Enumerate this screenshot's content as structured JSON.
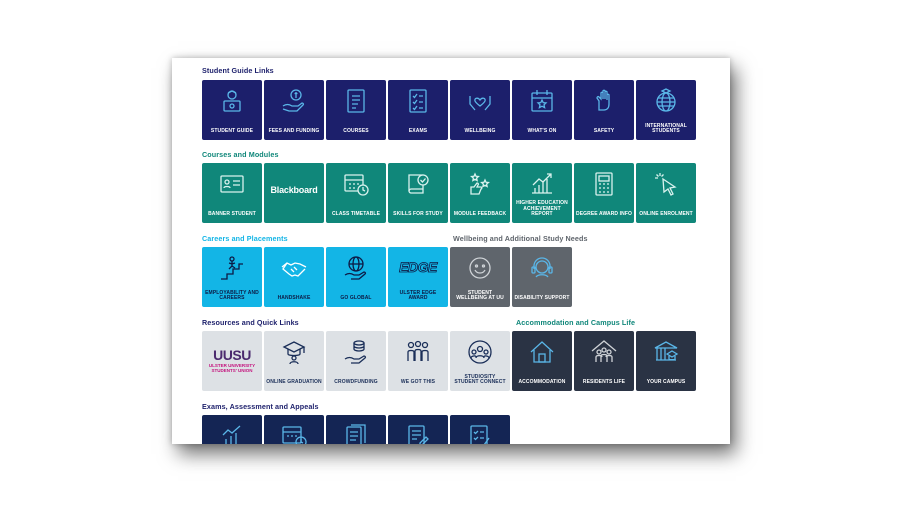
{
  "sections": {
    "student_guide": "Student Guide Links",
    "courses_modules": "Courses and Modules",
    "careers": "Careers and Placements",
    "wellbeing": "Wellbeing and Additional Study Needs",
    "resources": "Resources and Quick Links",
    "accommodation": "Accommodation and Campus Life",
    "exams": "Exams, Assessment and Appeals"
  },
  "guide": {
    "student_guide": "Student Guide",
    "fees": "Fees and Funding",
    "courses": "Courses",
    "exams": "Exams",
    "wellbeing": "Wellbeing",
    "whats_on": "What's On",
    "safety": "Safety",
    "international": "International Students"
  },
  "courses": {
    "banner": "Banner Student",
    "blackboard": "Blackboard",
    "timetable": "Class Timetable",
    "skills": "Skills for Study",
    "feedback": "Module Feedback",
    "hear": "Higher Education Achievement Report",
    "degree_award": "Degree Award Info",
    "enrolment": "Online Enrolment"
  },
  "careers": {
    "employability": "Employability and Careers",
    "handshake": "Handshake",
    "go_global": "Go Global",
    "edge_logo": "EDGE",
    "edge": "Ulster EDGE Award"
  },
  "wellbeing": {
    "student_wellbeing": "Student Wellbeing at UU",
    "disability": "Disability Support"
  },
  "resources": {
    "uusu_logo": "UUSU",
    "uusu_sub": "ULSTER UNIVERSITY STUDENTS' UNION",
    "graduation": "Online Graduation",
    "crowdfunding": "Crowdfunding",
    "we_got_this": "We Got This",
    "studiosity": "Studiosity Student Connect"
  },
  "accommodation": {
    "accommodation": "Accommodation",
    "residents": "Residents Life",
    "campus": "Your Campus"
  },
  "colors": {
    "navy": "#1c1f6b",
    "teal": "#10877a",
    "cyan": "#13b5e6",
    "grey": "#5f656c",
    "light": "#dde1e5",
    "dark": "#2a3344",
    "deep": "#142554",
    "heading_navy": "#1c1f6b",
    "heading_teal": "#10877a",
    "heading_cyan": "#13b5e6",
    "heading_grey": "#5f656c"
  },
  "icons": [
    "student-guide-icon",
    "fees-icon",
    "courses-icon",
    "exams-icon",
    "wellbeing-icon",
    "calendar-icon",
    "safety-hand-icon",
    "globe-icon",
    "id-card-icon",
    "timetable-icon",
    "book-icon",
    "feedback-icon",
    "chart-icon",
    "calculator-icon",
    "cursor-icon",
    "careers-icon",
    "handshake-icon",
    "globe-hand-icon",
    "smile-face-icon",
    "headset-icon",
    "graduation-icon",
    "coins-hand-icon",
    "people-icon",
    "group-icon",
    "house-icon",
    "tent-icon",
    "campus-icon"
  ]
}
